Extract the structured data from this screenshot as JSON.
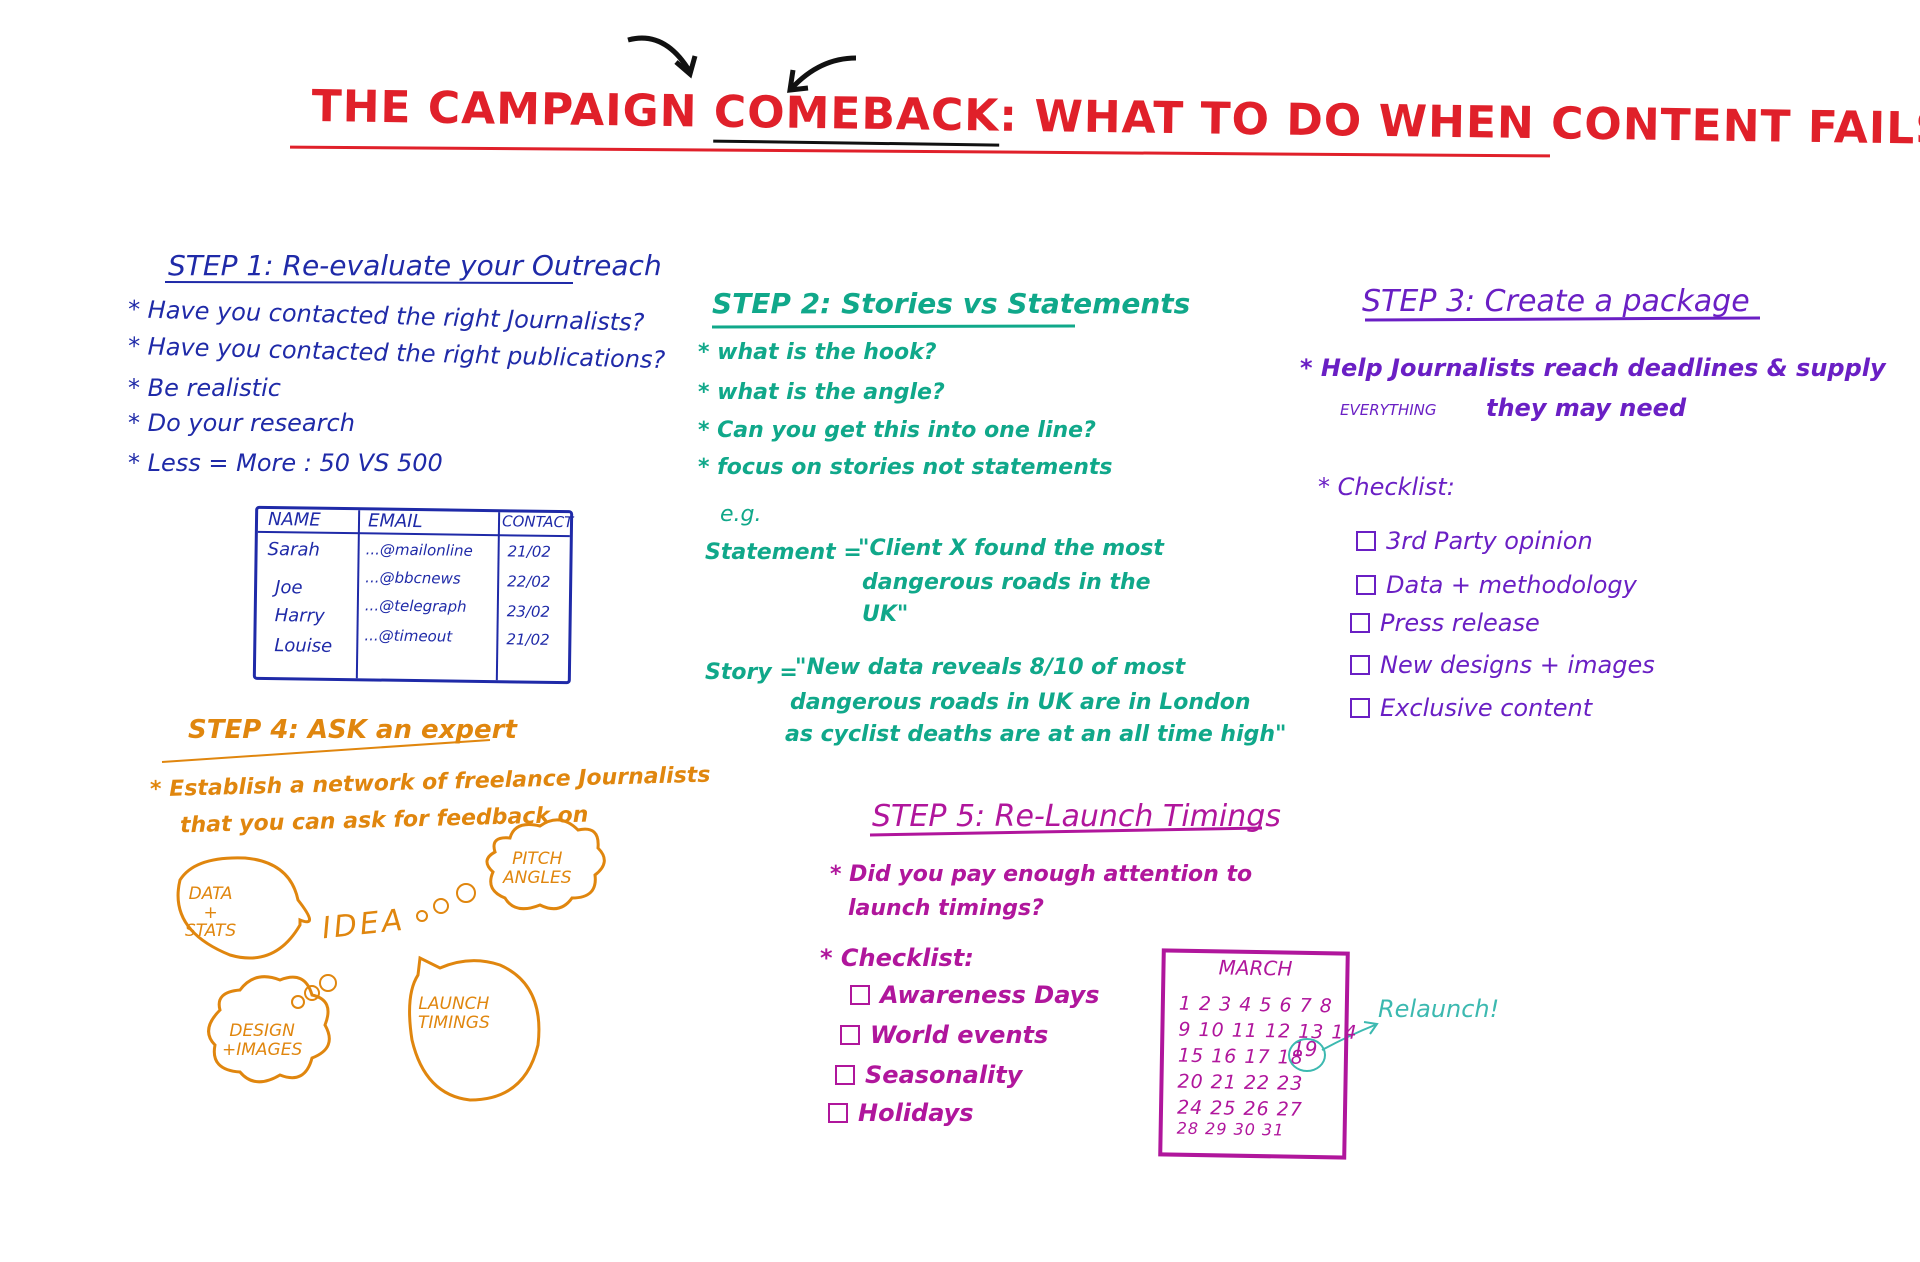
{
  "title": {
    "part1": "THE CAMPAIGN",
    "part2": "COMEBACK",
    "part3": ": WHAT TO DO WHEN CONTENT FAILS..."
  },
  "step1": {
    "heading": "STEP 1: Re-evaluate your Outreach",
    "bullets": [
      "* Have you contacted the right Journalists?",
      "* Have you contacted the right publications?",
      "* Be realistic",
      "* Do your research",
      "* Less = More : 50 VS 500"
    ],
    "table": {
      "headers": [
        "NAME",
        "EMAIL",
        "CONTACT"
      ],
      "rows": [
        [
          "Sarah",
          "...@mailonline",
          "21/02"
        ],
        [
          "Joe",
          "...@bbcnews",
          "22/02"
        ],
        [
          "Harry",
          "...@telegraph",
          "23/02"
        ],
        [
          "Louise",
          "...@timeout",
          "21/02"
        ]
      ]
    }
  },
  "step2": {
    "heading": "STEP 2: Stories vs Statements",
    "bullets": [
      "* what is the hook?",
      "* what is the angle?",
      "* Can you get this into one line?",
      "* focus on stories not statements"
    ],
    "eg": "e.g.",
    "statement_label": "Statement =",
    "statement_lines": [
      "\"Client X found the most",
      "dangerous roads in the",
      "UK\""
    ],
    "story_label": "Story =",
    "story_lines": [
      "\"New data reveals 8/10 of most",
      "dangerous roads in UK are in London",
      "as cyclist deaths are at an all time high\""
    ]
  },
  "step3": {
    "heading": "STEP 3: Create a package",
    "bullet_line1": "* Help Journalists reach deadlines & supply",
    "bullet_line2a": "EVERYTHING",
    "bullet_line2b": "they may need",
    "checklist_label": "* Checklist:",
    "checklist": [
      "3rd Party opinion",
      "Data + methodology",
      "Press release",
      "New designs + images",
      "Exclusive content"
    ]
  },
  "step4": {
    "heading": "STEP 4: ASK an expert",
    "bullet_line1": "* Establish a network of freelance Journalists",
    "bullet_line2": "that you can ask for feedback on",
    "idea": "IDEA",
    "bubbles": {
      "data": "DATA\n+\nSTATS",
      "pitch": "PITCH\nANGLES",
      "design": "DESIGN\n+IMAGES",
      "launch": "LAUNCH\nTIMINGS"
    }
  },
  "step5": {
    "heading": "STEP 5: Re-Launch Timings",
    "bullet_line1": "* Did you pay enough attention to",
    "bullet_line2": "launch timings?",
    "checklist_label": "* Checklist:",
    "checklist": [
      "Awareness Days",
      "World events",
      "Seasonality",
      "Holidays"
    ],
    "calendar": {
      "month": "MARCH",
      "rows": [
        "1 2 3 4 5 6 7 8",
        "9 10 11 12 13 14",
        "15 16 17 18",
        "20 21 22 23",
        "24 25 26 27",
        "28 29 30 31"
      ],
      "highlight": "19",
      "note": "Relaunch!"
    }
  },
  "colors": {
    "title": "#e0202a",
    "step1": "#1f2aa8",
    "step2": "#10a88a",
    "step3": "#6a1fc4",
    "step4": "#e0860e",
    "step5": "#b0169c"
  }
}
